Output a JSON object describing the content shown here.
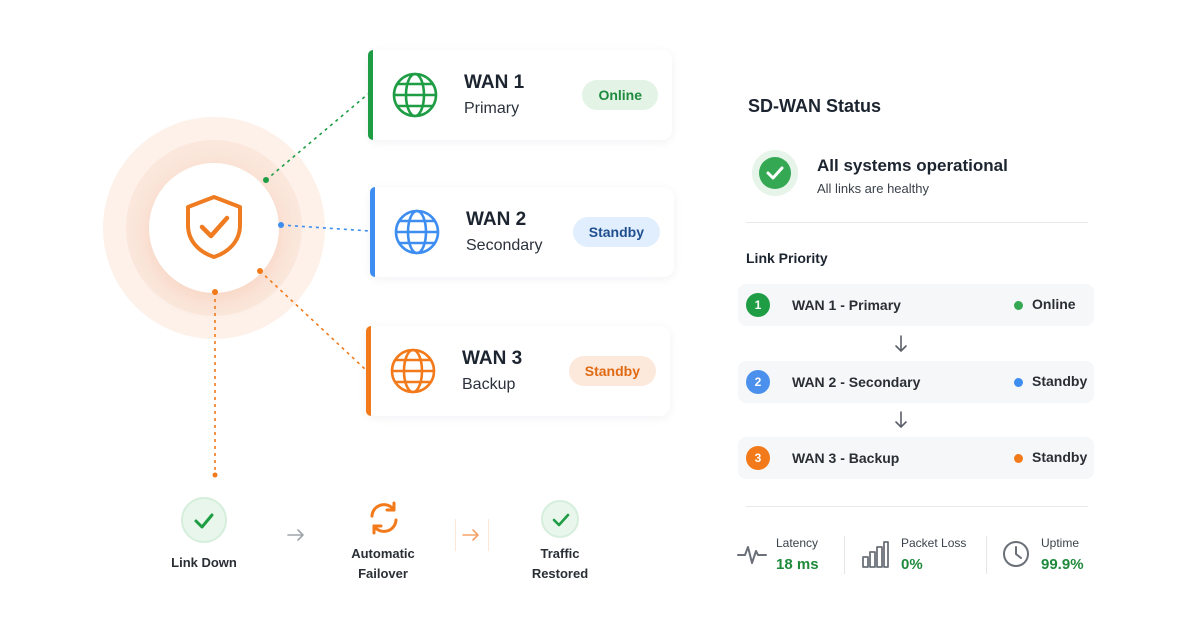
{
  "colors": {
    "green": "#1f9d45",
    "blue": "#3d8ef0",
    "orange": "#f27a1a",
    "shield": "#f07c22"
  },
  "hub": {
    "icon": "shield-check-icon"
  },
  "wans": [
    {
      "name": "WAN 1",
      "role": "Primary",
      "status": "Online",
      "icon": "globe-icon"
    },
    {
      "name": "WAN 2",
      "role": "Secondary",
      "status": "Standby",
      "icon": "globe-icon"
    },
    {
      "name": "WAN 3",
      "role": "Backup",
      "status": "Standby",
      "icon": "globe-icon"
    }
  ],
  "flow": {
    "steps": [
      {
        "label": "Link Down",
        "icon": "check-circle-icon"
      },
      {
        "label": "Automatic Failover",
        "line1": "Automatic",
        "line2": "Failover",
        "icon": "refresh-icon"
      },
      {
        "label": "Traffic Restored",
        "line1": "Traffic",
        "line2": "Restored",
        "icon": "check-circle-icon"
      }
    ]
  },
  "panel": {
    "title": "SD-WAN Status",
    "status_title": "All systems operational",
    "status_sub": "All links are healthy",
    "priority_title": "Link Priority",
    "priority": [
      {
        "num": "1",
        "label": "WAN 1 - Primary",
        "status": "Online"
      },
      {
        "num": "2",
        "label": "WAN 2 - Secondary",
        "status": "Standby"
      },
      {
        "num": "3",
        "label": "WAN 3 - Backup",
        "status": "Standby"
      }
    ],
    "metrics": [
      {
        "label": "Latency",
        "value": "18 ms",
        "icon": "pulse-icon"
      },
      {
        "label": "Packet Loss",
        "value": "0%",
        "icon": "bar-chart-icon"
      },
      {
        "label": "Uptime",
        "value": "99.9%",
        "icon": "clock-icon"
      }
    ]
  }
}
